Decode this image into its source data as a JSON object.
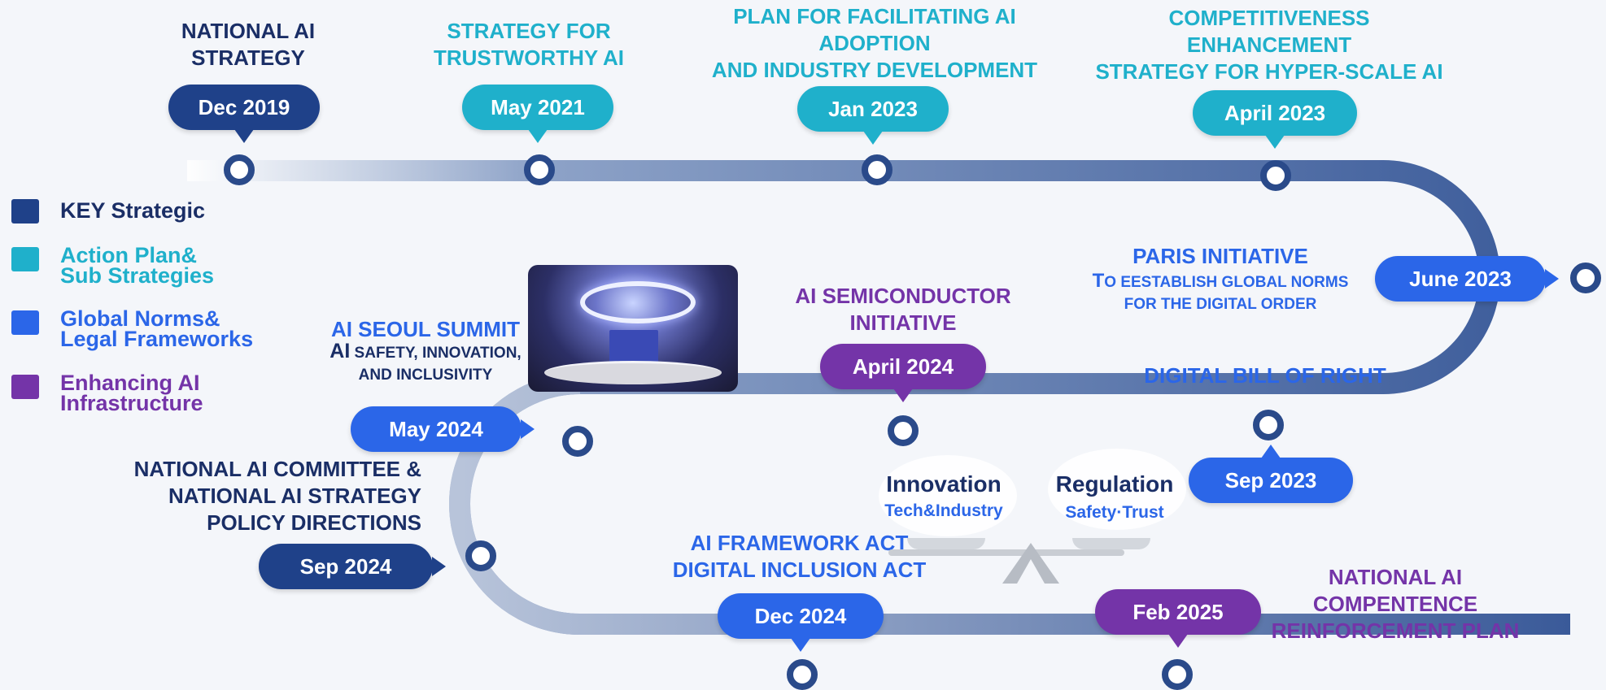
{
  "legend": [
    {
      "label": "KEY Strategic",
      "color": "#1f4189"
    },
    {
      "label": "Action Plan&\nSub Strategies",
      "color": "#1fb0cb"
    },
    {
      "label": "Global Norms&\nLegal Frameworks",
      "color": "#2b66e8"
    },
    {
      "label": "Enhancing AI\nInfrastructure",
      "color": "#7434a8"
    }
  ],
  "milestones": {
    "dec2019": {
      "date": "Dec 2019",
      "title": "NATIONAL AI\nSTRATEGY"
    },
    "may2021": {
      "date": "May 2021",
      "title": "STRATEGY FOR\nTRUSTWORTHY AI"
    },
    "jan2023": {
      "date": "Jan 2023",
      "title": "PLAN FOR FACILITATING AI\nADOPTION\nAND INDUSTRY DEVELOPMENT"
    },
    "apr2023": {
      "date": "April 2023",
      "title": "COMPETITIVENESS\nENHANCEMENT\nSTRATEGY FOR HYPER-SCALE AI"
    },
    "jun2023": {
      "date": "June 2023",
      "title": "PARIS INITIATIVE",
      "sub_lead": "T",
      "sub": "O EESTABLISH GLOBAL NORMS\nFOR THE DIGITAL ORDER"
    },
    "sep2023": {
      "date": "Sep 2023",
      "title": "DIGITAL BILL OF RIGHT"
    },
    "apr2024": {
      "date": "April 2024",
      "title": "AI SEMICONDUCTOR\nINITIATIVE"
    },
    "may2024": {
      "date": "May 2024",
      "title": "AI SEOUL SUMMIT",
      "sub_lead": "AI",
      "sub": " SAFETY, INNOVATION,\nAND INCLUSIVITY"
    },
    "sep2024": {
      "date": "Sep 2024",
      "title": "NATIONAL AI COMMITTEE &\nNATIONAL AI STRATEGY\nPOLICY DIRECTIONS"
    },
    "dec2024": {
      "date": "Dec 2024",
      "title": "AI FRAMEWORK ACT\nDIGITAL INCLUSION ACT"
    },
    "feb2025": {
      "date": "Feb 2025",
      "title": "NATIONAL AI\nCOMPENTENCE\nREINFORCEMENT PLAN"
    }
  },
  "scale": {
    "left_title": "Innovation",
    "left_sub": "Tech&Industry",
    "right_title": "Regulation",
    "right_sub": "Safety·Trust"
  },
  "colors": {
    "key_strategic": "#1f4189",
    "action_plan": "#1fb0cb",
    "global_norms": "#2b66e8",
    "infrastructure": "#7434a8",
    "road": "#2a4a8a"
  },
  "icons": [
    "summit-photo",
    "balance-scale-icon"
  ]
}
